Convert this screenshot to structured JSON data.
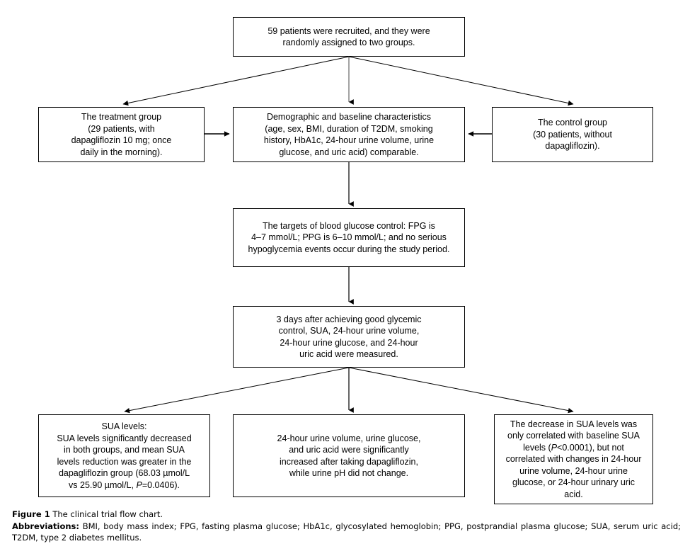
{
  "figure": {
    "type": "flowchart",
    "title": "The clinical trial flow chart.",
    "caption_label": "Figure 1",
    "abbreviations_label": "Abbreviations:",
    "abbreviations_text": "BMI, body mass index; FPG, fasting plasma glucose; HbA1c, glycosylated hemoglobin; PPG, postprandial plasma glucose; SUA, serum uric acid; T2DM, type 2 diabetes mellitus.",
    "line_color": "#000000",
    "box_border_color": "#000000",
    "background_color": "#ffffff"
  },
  "nodes": {
    "recruited": "59 patients were recruited, and they were\nrandomly assigned to two groups.",
    "treatment": "The treatment group\n(29 patients, with\ndapagliflozin 10 mg; once\ndaily in the morning).",
    "demographic": "Demographic and baseline characteristics\n(age, sex, BMI, duration of T2DM, smoking\nhistory, HbA1c, 24-hour urine volume, urine\nglucose, and uric acid) comparable.",
    "control": "The control group\n(30 patients, without\ndapagliflozin).",
    "targets": "The targets of blood glucose control: FPG is\n4–7 mmol/L; PPG is 6–10 mmol/L; and no serious\nhypoglycemia events occur during the study period.",
    "measure": "3 days after achieving good glycemic\ncontrol, SUA, 24-hour urine volume,\n24-hour urine glucose, and 24-hour\nuric acid were measured.",
    "sua_line1": "SUA levels:",
    "sua_line2": "SUA levels significantly decreased",
    "sua_line3": "in both groups, and mean SUA",
    "sua_line4": "levels reduction was greater in the",
    "sua_line5": "dapagliflozin group (68.03 µmol/L",
    "sua_line6_pre": "vs 25.90 µmol/L, ",
    "sua_line6_italic": "P",
    "sua_line6_post": "=0.0406).",
    "urine": "24-hour urine volume, urine glucose,\nand uric acid were significantly\nincreased after taking dapagliflozin,\nwhile urine pH did not change.",
    "decrease_line1": "The decrease in SUA levels was",
    "decrease_line2": "only correlated with baseline SUA",
    "decrease_line3_pre": "levels (",
    "decrease_line3_italic": "P",
    "decrease_line3_post": "<0.0001), but not",
    "decrease_line4": "correlated with changes in 24-hour",
    "decrease_line5": "urine volume, 24-hour urine",
    "decrease_line6": "glucose, or 24-hour urinary uric",
    "decrease_line7": "acid."
  },
  "edges": [
    {
      "name": "recruited-to-treatment",
      "from": "recruited",
      "to": "treatment",
      "style": "diagonal-arrow"
    },
    {
      "name": "recruited-to-demographic",
      "from": "recruited",
      "to": "demographic",
      "style": "vertical-arrow"
    },
    {
      "name": "recruited-to-control",
      "from": "recruited",
      "to": "control",
      "style": "diagonal-arrow"
    },
    {
      "name": "treatment-to-demographic",
      "from": "treatment",
      "to": "demographic",
      "style": "horizontal-arrow-right"
    },
    {
      "name": "control-to-demographic",
      "from": "control",
      "to": "demographic",
      "style": "horizontal-arrow-left"
    },
    {
      "name": "demographic-to-targets",
      "from": "demographic",
      "to": "targets",
      "style": "vertical-arrow"
    },
    {
      "name": "targets-to-measure",
      "from": "targets",
      "to": "measure",
      "style": "vertical-arrow"
    },
    {
      "name": "measure-to-sua",
      "from": "measure",
      "to": "sua",
      "style": "diagonal-arrow"
    },
    {
      "name": "measure-to-urine",
      "from": "measure",
      "to": "urine",
      "style": "vertical-arrow"
    },
    {
      "name": "measure-to-decrease",
      "from": "measure",
      "to": "decrease",
      "style": "diagonal-arrow"
    }
  ]
}
